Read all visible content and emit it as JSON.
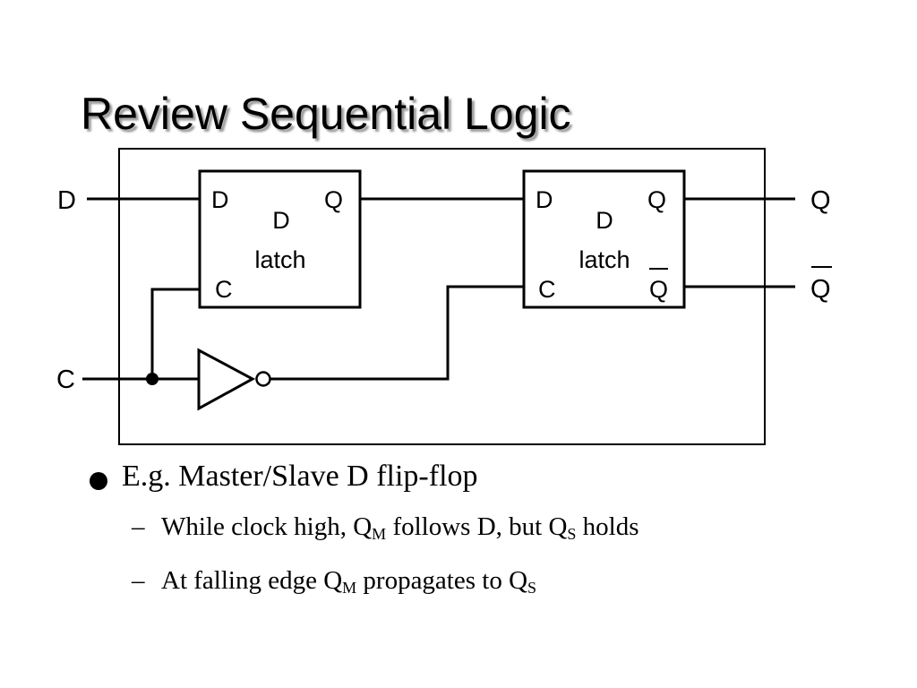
{
  "title": "Review Sequential Logic",
  "diagram": {
    "external_inputs": {
      "d": "D",
      "c": "C"
    },
    "external_outputs": {
      "q": "Q",
      "qbar": "Q"
    },
    "latches": [
      {
        "pin_d": "D",
        "pin_q": "Q",
        "pin_c": "C",
        "name_line1": "D",
        "name_line2": "latch"
      },
      {
        "pin_d": "D",
        "pin_q": "Q",
        "pin_c": "C",
        "pin_qbar": "Q",
        "name_line1": "D",
        "name_line2": "latch"
      }
    ]
  },
  "bullets": {
    "main": "E.g. Master/Slave D flip-flop",
    "sub1": {
      "a": "While clock high, Q",
      "a_sub": "M",
      "b": " follows D, but Q",
      "b_sub": "S",
      "c": " holds"
    },
    "sub2": {
      "a": "At falling edge Q",
      "a_sub": "M",
      "b": " propagates to Q",
      "b_sub": "S"
    },
    "dash": "–"
  }
}
